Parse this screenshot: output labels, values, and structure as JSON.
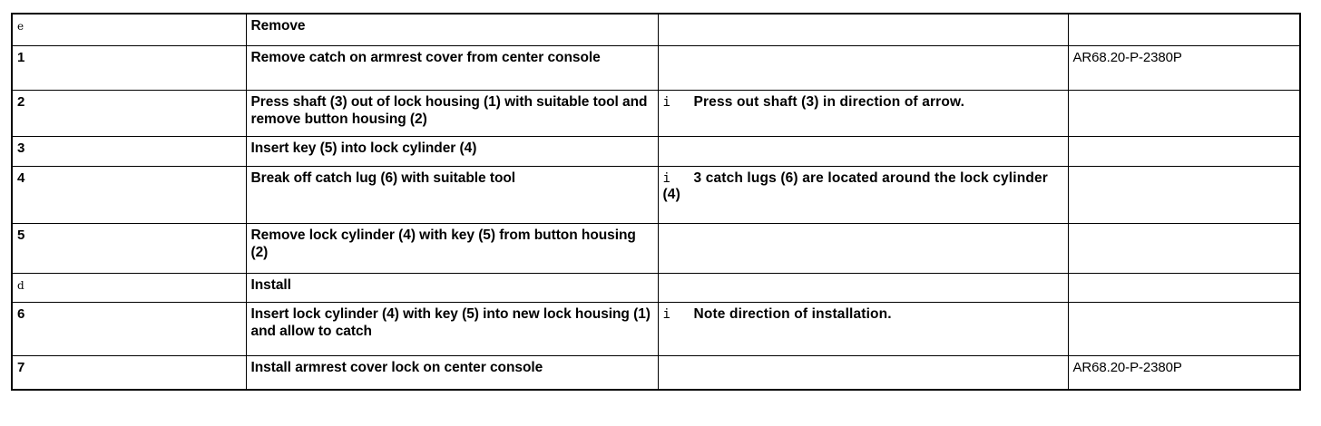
{
  "table": {
    "columns": [
      "step",
      "operation",
      "info",
      "reference"
    ],
    "rows": [
      {
        "step": "e",
        "step_kind": "symbol",
        "operation": "Remove",
        "info_marker": "",
        "info": "",
        "reference": ""
      },
      {
        "step": "1",
        "step_kind": "number",
        "operation": "Remove catch on armrest cover from center console",
        "info_marker": "",
        "info": "",
        "reference": "AR68.20-P-2380P"
      },
      {
        "step": "2",
        "step_kind": "number",
        "operation": "Press shaft (3) out of lock housing (1) with suitable tool and remove button housing (2)",
        "info_marker": "i",
        "info": "Press out  shaft  (3)  in direction  of arrow.",
        "reference": ""
      },
      {
        "step": "3",
        "step_kind": "number",
        "operation": "Insert key (5) into lock cylinder (4)",
        "info_marker": "",
        "info": "",
        "reference": ""
      },
      {
        "step": "4",
        "step_kind": "number",
        "operation": "Break off catch lug (6) with suitable tool",
        "info_marker": "i",
        "info": "3 catch  lugs  (6) are located  around the  lock cylinder (4)",
        "reference": ""
      },
      {
        "step": "5",
        "step_kind": "number",
        "operation": "Remove lock cylinder (4) with key (5) from button housing (2)",
        "info_marker": "",
        "info": "",
        "reference": ""
      },
      {
        "step": "d",
        "step_kind": "symbol",
        "operation": "Install",
        "info_marker": "",
        "info": "",
        "reference": ""
      },
      {
        "step": "6",
        "step_kind": "number",
        "operation": "Insert lock cylinder (4) with key (5) into new lock housing (1) and allow to catch",
        "info_marker": "i",
        "info": "Note direction  of installation.",
        "reference": ""
      },
      {
        "step": "7",
        "step_kind": "number",
        "operation": "Install armrest cover lock on center console",
        "info_marker": "",
        "info": "",
        "reference": "AR68.20-P-2380P"
      }
    ]
  },
  "colors": {
    "border": "#000000",
    "text": "#000000",
    "background": "#ffffff"
  }
}
